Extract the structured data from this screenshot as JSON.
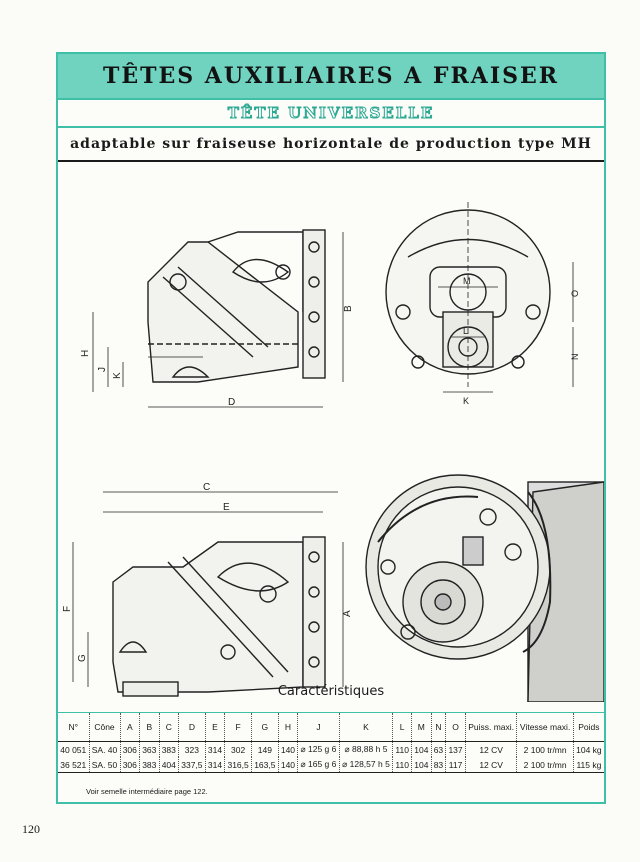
{
  "header": {
    "title": "TÊTES AUXILIAIRES A FRAISER",
    "subtitle": "TÊTE UNIVERSELLE",
    "caption": "adaptable sur fraiseuse horizontale de production type MH"
  },
  "drawing_labels": {
    "view1": {
      "h": "H",
      "j": "J",
      "k": "K",
      "b": "B",
      "d": "D"
    },
    "view2": {
      "m": "M",
      "l": "L",
      "o": "O",
      "n": "N",
      "k": "K"
    },
    "view3": {
      "c": "C",
      "e": "E",
      "f": "F",
      "g": "G",
      "a": "A"
    }
  },
  "section_title": "Caractéristiques",
  "table": {
    "headers": [
      "N°",
      "Cône",
      "A",
      "B",
      "C",
      "D",
      "E",
      "F",
      "G",
      "H",
      "J",
      "K",
      "L",
      "M",
      "N",
      "O",
      "Puiss. maxi.",
      "Vitesse maxi.",
      "Poids"
    ],
    "rows": [
      [
        "40 051",
        "SA. 40",
        "306",
        "363",
        "383",
        "323",
        "314",
        "302",
        "149",
        "140",
        "⌀ 125 g 6",
        "⌀ 88,88 h 5",
        "110",
        "104",
        "63",
        "137",
        "12 CV",
        "2 100 tr/mn",
        "104 kg"
      ],
      [
        "36 521",
        "SA. 50",
        "306",
        "383",
        "404",
        "337,5",
        "314",
        "316,5",
        "163,5",
        "140",
        "⌀ 165 g 6",
        "⌀ 128,57 h 5",
        "110",
        "104",
        "83",
        "117",
        "12 CV",
        "2 100 tr/mn",
        "115 kg"
      ]
    ]
  },
  "note": "Voir semelle intermédiaire page 122.",
  "page_number": "120",
  "colors": {
    "accent": "#3fbfa7",
    "band": "#6fd3c0"
  }
}
